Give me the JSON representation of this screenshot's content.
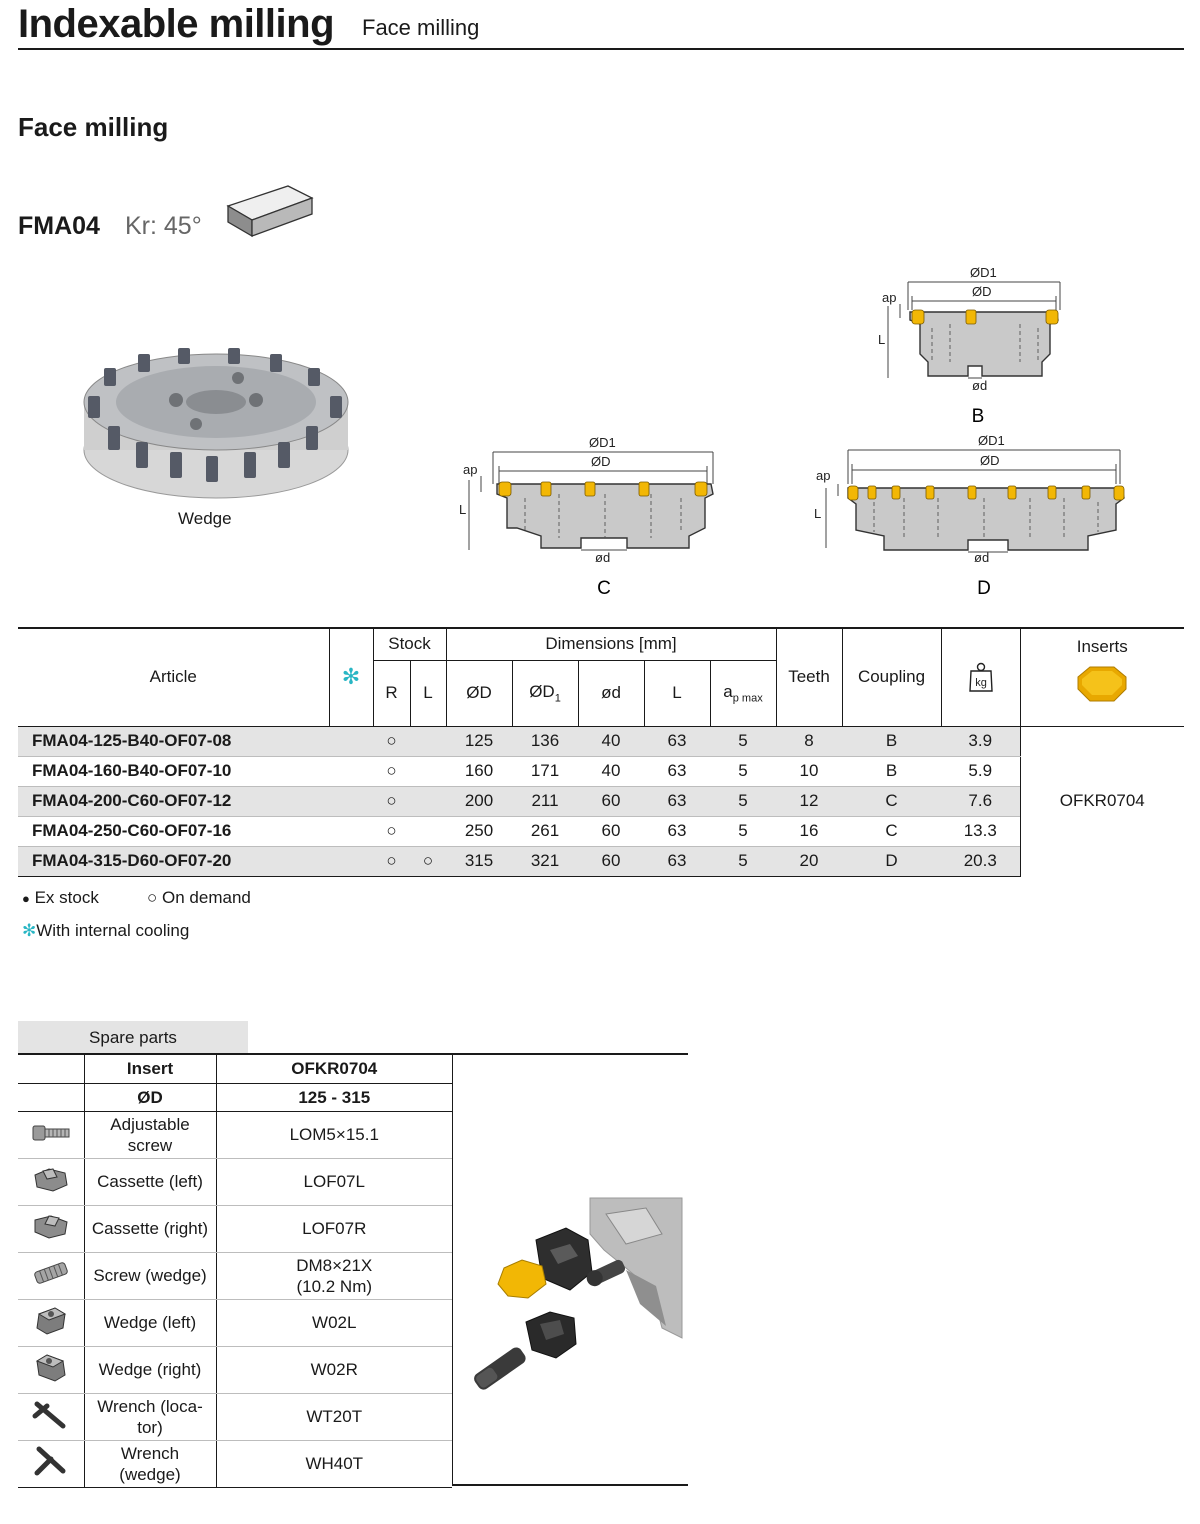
{
  "header": {
    "title": "Indexable milling",
    "subtitle": "Face milling"
  },
  "section_title": "Face milling",
  "product": {
    "code": "FMA04",
    "kr": "Kr: 45°"
  },
  "photo_caption": "Wedge",
  "diagrams": {
    "labels": {
      "d1": "ØD1",
      "d": "ØD",
      "ap": "ap",
      "l": "L",
      "bore": "ød"
    },
    "types": [
      "B",
      "C",
      "D"
    ]
  },
  "table": {
    "headers": {
      "article": "Article",
      "cooling_symbol": "✻",
      "stock": "Stock",
      "stock_r": "R",
      "stock_l": "L",
      "dimensions": "Dimensions [mm]",
      "d": "ØD",
      "d1": "ØD",
      "d1_sub": "1",
      "bore": "ød",
      "l": "L",
      "ap": "a",
      "ap_sub": "p max",
      "teeth": "Teeth",
      "coupling": "Coupling",
      "weight_icon": "kg",
      "inserts": "Inserts"
    },
    "rows": [
      {
        "article": "FMA04-125-B40-OF07-08",
        "r": "○",
        "l_stock": "",
        "d": "125",
        "d1": "136",
        "bore": "40",
        "l": "63",
        "ap": "5",
        "teeth": "8",
        "coupling": "B",
        "weight": "3.9"
      },
      {
        "article": "FMA04-160-B40-OF07-10",
        "r": "○",
        "l_stock": "",
        "d": "160",
        "d1": "171",
        "bore": "40",
        "l": "63",
        "ap": "5",
        "teeth": "10",
        "coupling": "B",
        "weight": "5.9"
      },
      {
        "article": "FMA04-200-C60-OF07-12",
        "r": "○",
        "l_stock": "",
        "d": "200",
        "d1": "211",
        "bore": "60",
        "l": "63",
        "ap": "5",
        "teeth": "12",
        "coupling": "C",
        "weight": "7.6"
      },
      {
        "article": "FMA04-250-C60-OF07-16",
        "r": "○",
        "l_stock": "",
        "d": "250",
        "d1": "261",
        "bore": "60",
        "l": "63",
        "ap": "5",
        "teeth": "16",
        "coupling": "C",
        "weight": "13.3"
      },
      {
        "article": "FMA04-315-D60-OF07-20",
        "r": "○",
        "l_stock": "○",
        "d": "315",
        "d1": "321",
        "bore": "60",
        "l": "63",
        "ap": "5",
        "teeth": "20",
        "coupling": "D",
        "weight": "20.3"
      }
    ],
    "insert": "OFKR0704"
  },
  "legend": {
    "ex_stock_symbol": "●",
    "ex_stock": "Ex stock",
    "on_demand_symbol": "○",
    "on_demand": "On demand",
    "cooling_symbol": "✻",
    "cooling": "With internal cooling"
  },
  "spare_parts": {
    "tab": "Spare parts",
    "insert_label": "Insert",
    "insert_value": "OFKR0704",
    "d_label": "ØD",
    "d_value": "125 - 315",
    "items": [
      {
        "icon": "screw-icon",
        "name_l1": "Adjustable",
        "name_l2": "screw",
        "value_l1": "LOM5×15.1",
        "value_l2": ""
      },
      {
        "icon": "cassette-left-icon",
        "name_l1": "Cassette (left)",
        "name_l2": "",
        "value_l1": "LOF07L",
        "value_l2": ""
      },
      {
        "icon": "cassette-right-icon",
        "name_l1": "Cassette (right)",
        "name_l2": "",
        "value_l1": "LOF07R",
        "value_l2": ""
      },
      {
        "icon": "wedge-screw-icon",
        "name_l1": "Screw (wedge)",
        "name_l2": "",
        "value_l1": "DM8×21X",
        "value_l2": "(10.2 Nm)"
      },
      {
        "icon": "wedge-left-icon",
        "name_l1": "Wedge (left)",
        "name_l2": "",
        "value_l1": "W02L",
        "value_l2": ""
      },
      {
        "icon": "wedge-right-icon",
        "name_l1": "Wedge (right)",
        "name_l2": "",
        "value_l1": "W02R",
        "value_l2": ""
      },
      {
        "icon": "torx-wrench-icon",
        "name_l1": "Wrench (loca-",
        "name_l2": "tor)",
        "value_l1": "WT20T",
        "value_l2": ""
      },
      {
        "icon": "hex-wrench-icon",
        "name_l1": "Wrench",
        "name_l2": "(wedge)",
        "value_l1": "WH40T",
        "value_l2": ""
      }
    ]
  },
  "colors": {
    "insert_gold": "#f2b705",
    "cooling": "#29b6c4",
    "row_shade": "#e4e4e4"
  }
}
